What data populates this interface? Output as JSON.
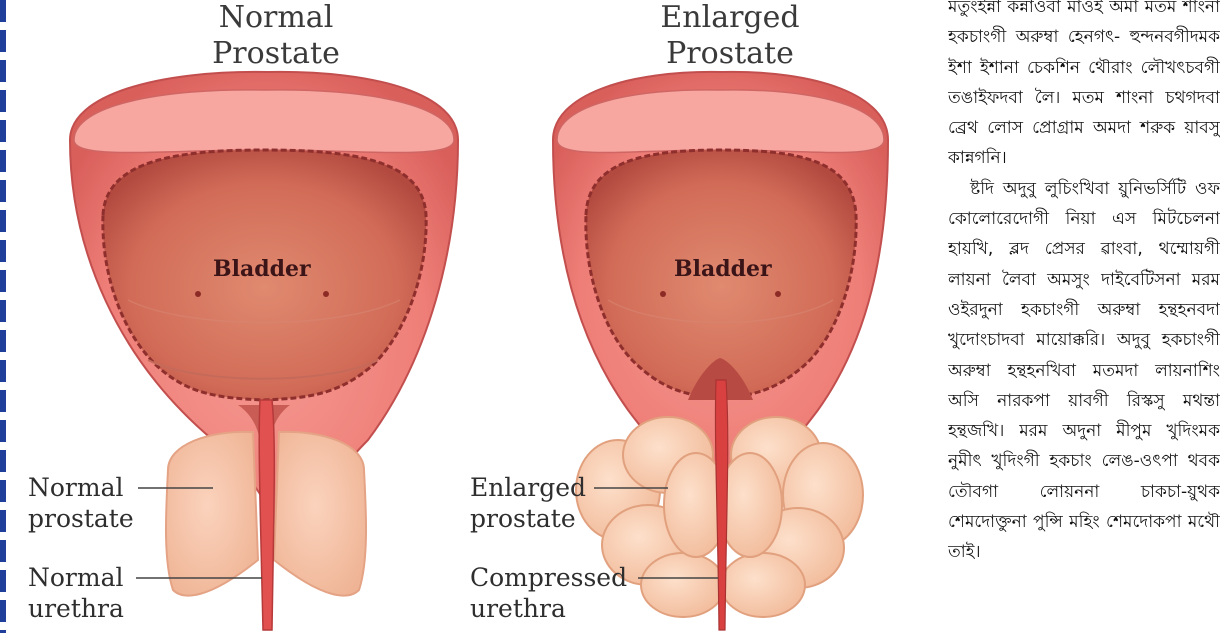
{
  "figure": {
    "normal_title_line1": "Normal",
    "normal_title_line2": "Prostate",
    "enlarged_title_line1": "Enlarged",
    "enlarged_title_line2": "Prostate",
    "bladder_label_left": "Bladder",
    "bladder_label_right": "Bladder",
    "normal_prostate_line1": "Normal",
    "normal_prostate_line2": "prostate",
    "normal_urethra_line1": "Normal",
    "normal_urethra_line2": "urethra",
    "enlarged_prostate_line1": "Enlarged",
    "enlarged_prostate_line2": "prostate",
    "compressed_urethra_line1": "Compressed",
    "compressed_urethra_line2": "urethra"
  },
  "article": {
    "paragraph1": "মতুংইন্না কন্নাওবা মাওই অমা মতম শাংনা হকচাংগী অরুম্বা হেনগৎ- হুন্দনবগীদমক ইশা ইশানা চেকশিন থৌরাং লৌখৎচবগী তঙাইফদবা লৈ। মতম শাংনা চথগদবা ব্রেথ লোস প্রোগ্রাম অমদা শরুক য়াবসু কান্নগনি।",
    "paragraph2": "ষ্টদি অদুবু লুচিংখিবা য়ুনিভর্সিটি ওফ কোলোরেদোগী নিয়া এস মিটচেলনা হায়খি, ব্লদ প্রেসর ৱাংবা, থম্মোয়গী লায়না লৈবা অমসুং দাইবেটিসনা মরম ওইরদুনা হকচাংগী অরুম্বা হন্থহনবদা খুদোংচাদবা মায়োক্করি। অদুবু হকচাংগী অরুম্বা হন্থহনখিবা মতমদা লায়নাশিং অসি নারকপা য়াবগী রিস্কসু মথন্তা হন্থজখি। মরম অদুনা মীপুম খুদিংমক নুমীৎ খুদিংগী হকচাং লেঙ-ওৎপা থবক তৌবগা লোয়ননা চাকচা-য়ুথক শেমদোক্তুনা পুন্সি মহিং শেমদোকপা মথৌ তাই।"
  }
}
